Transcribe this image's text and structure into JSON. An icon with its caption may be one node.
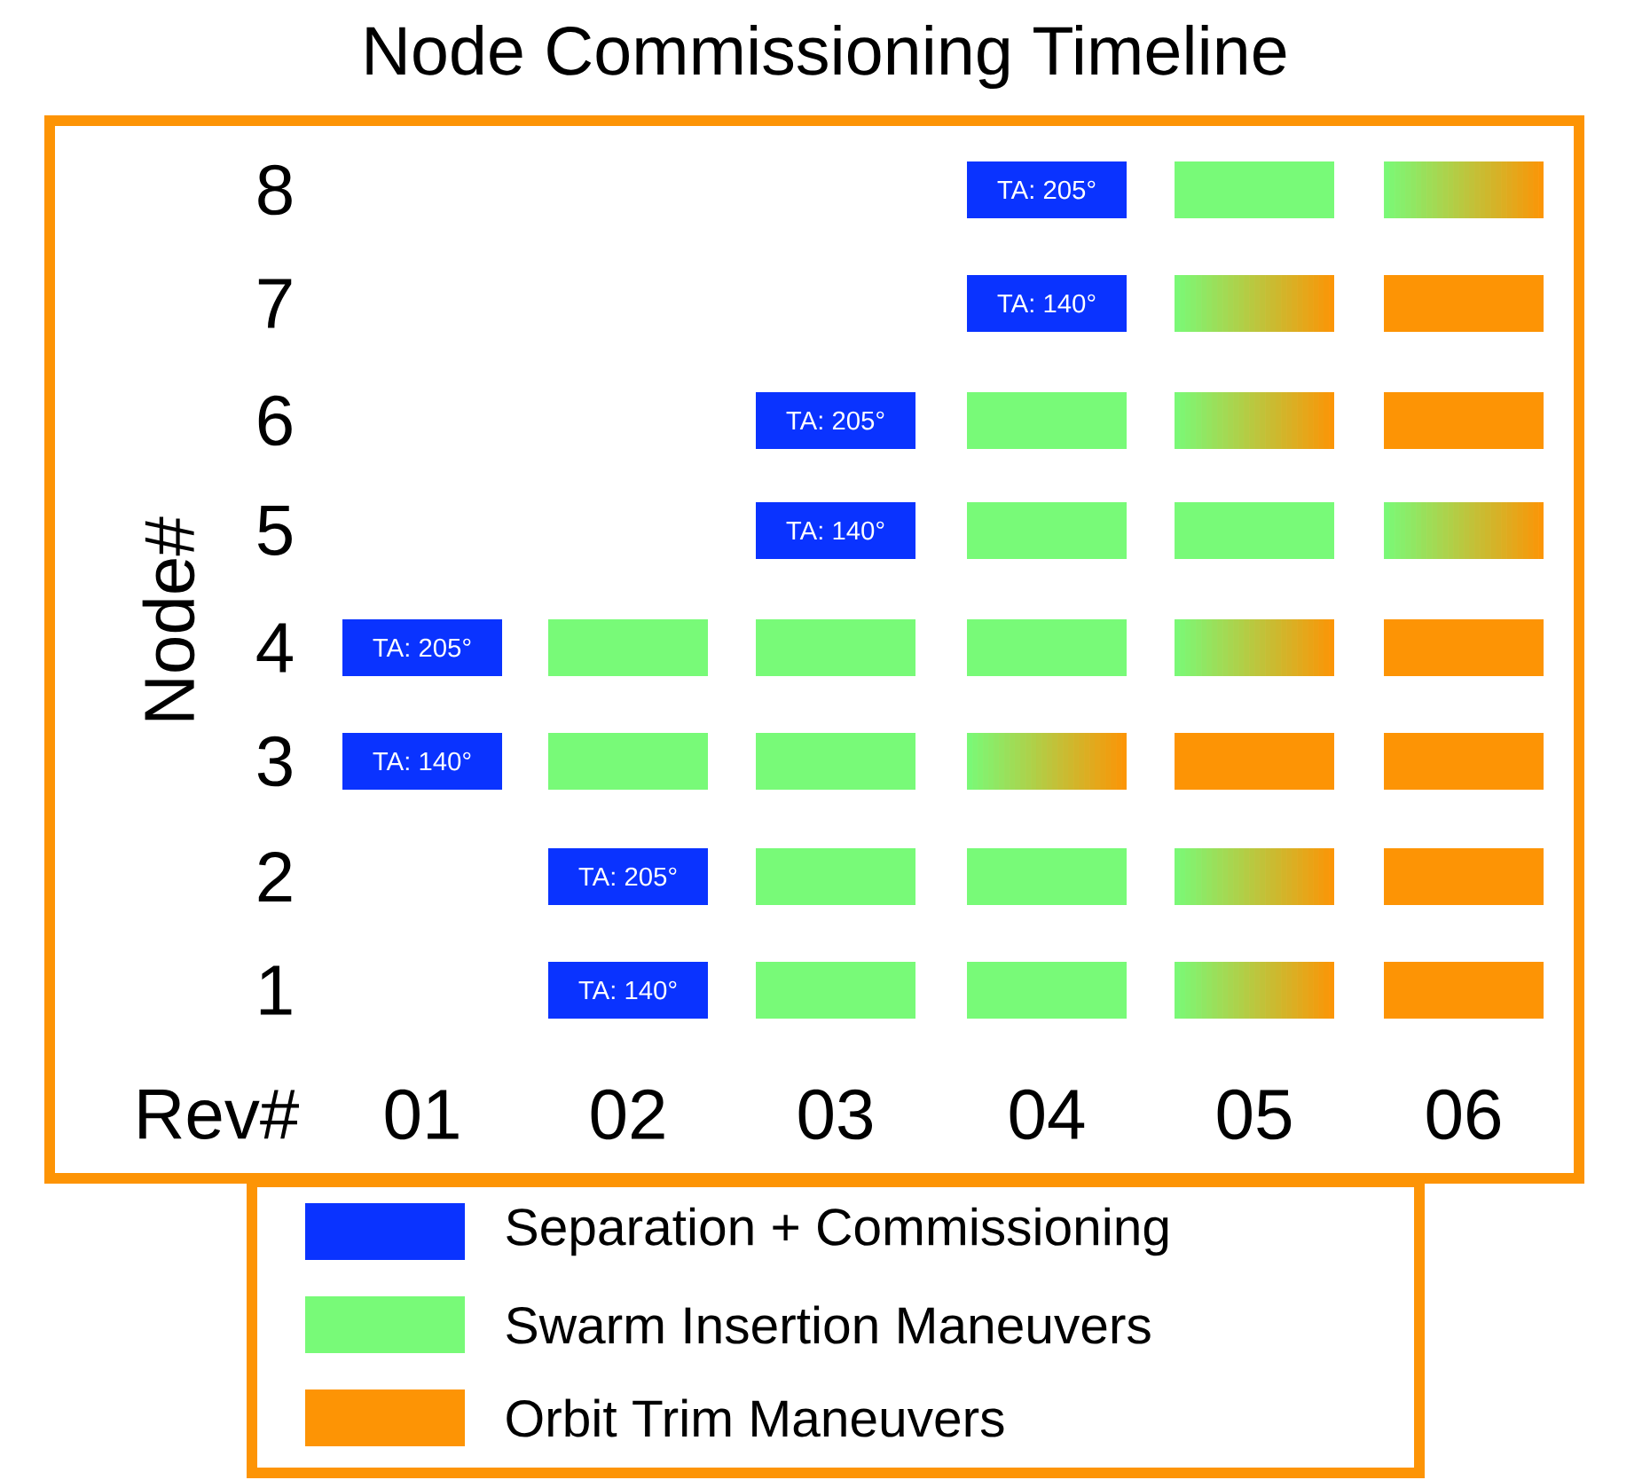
{
  "diagram": {
    "title": "Node Commissioning Timeline",
    "nodes": [
      {
        "text": [
          "TA: 205°"
        ]
      },
      {
        "text": [],
        "shape": "bar"
      },
      {
        "text": [],
        "shape": "bar"
      },
      {
        "text": [
          "TA: 140°"
        ]
      },
      {
        "text": [],
        "shape": "bar"
      },
      {
        "text": [],
        "shape": "bar"
      },
      {
        "text": [
          "TA: 205°"
        ]
      },
      {
        "text": [],
        "shape": "bar"
      },
      {
        "text": [],
        "shape": "bar"
      },
      {
        "text": [],
        "shape": "bar"
      },
      {
        "text": [
          "TA: 140°"
        ]
      },
      {
        "text": [],
        "shape": "bar"
      },
      {
        "text": [],
        "shape": "bar"
      },
      {
        "text": [],
        "shape": "bar"
      },
      {
        "text": [
          "TA: 205°"
        ]
      },
      {
        "text": [],
        "shape": "bar"
      },
      {
        "text": [],
        "shape": "bar"
      },
      {
        "text": [],
        "shape": "bar"
      },
      {
        "text": [],
        "shape": "bar"
      },
      {
        "text": [],
        "shape": "bar"
      },
      {
        "text": [
          "TA: 140°"
        ]
      },
      {
        "text": [],
        "shape": "bar"
      },
      {
        "text": [],
        "shape": "bar"
      },
      {
        "text": [],
        "shape": "bar"
      },
      {
        "text": [],
        "shape": "bar"
      },
      {
        "text": [],
        "shape": "bar"
      },
      {
        "text": [
          "TA: 205°"
        ]
      },
      {
        "text": [],
        "shape": "bar"
      },
      {
        "text": [],
        "shape": "bar"
      },
      {
        "text": [],
        "shape": "bar"
      },
      {
        "text": [],
        "shape": "bar"
      },
      {
        "text": [
          "TA: 140°"
        ]
      },
      {
        "text": [],
        "shape": "bar"
      },
      {
        "text": [],
        "shape": "bar"
      },
      {
        "text": [],
        "shape": "bar"
      },
      {
        "text": [],
        "shape": "bar"
      }
    ],
    "labels": [
      "8",
      "7",
      "6",
      "Node#",
      "5",
      "4",
      "3",
      "2",
      "1",
      "Rev#",
      "01",
      "02",
      "03",
      "04",
      "05",
      "06"
    ],
    "legend": [
      {
        "text": "Separation + Commissioning",
        "color": "#0a33ff"
      },
      {
        "text": "Swarm Insertion Maneuvers",
        "color": "#78fa78"
      },
      {
        "text": "Orbit Trim Maneuvers",
        "color": "#fd9405"
      }
    ]
  }
}
